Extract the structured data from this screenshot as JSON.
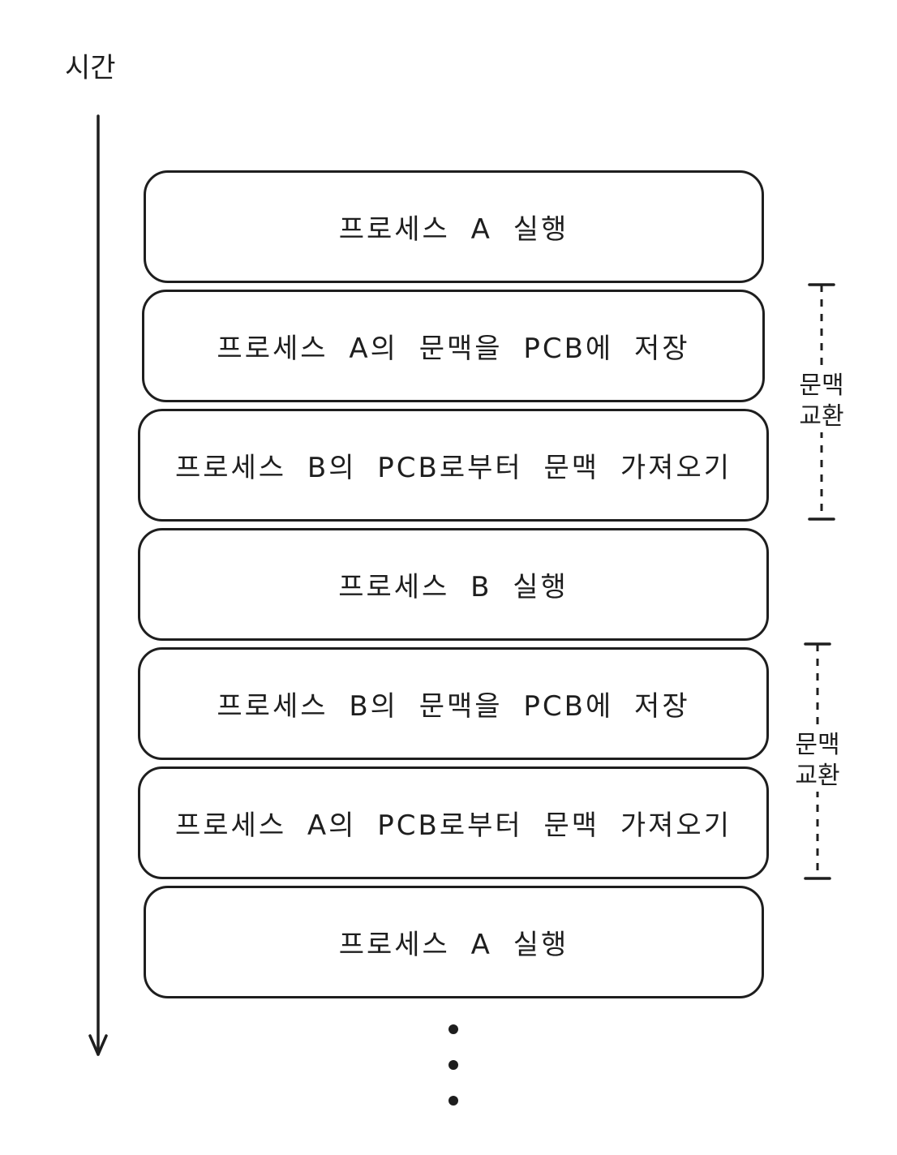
{
  "time_axis": {
    "label": "시간"
  },
  "steps": [
    {
      "label": "프로세스 A 실행"
    },
    {
      "label": "프로세스 A의 문맥을 PCB에 저장"
    },
    {
      "label": "프로세스 B의 PCB로부터 문맥 가져오기"
    },
    {
      "label": "프로세스 B 실행"
    },
    {
      "label": "프로세스 B의 문맥을 PCB에 저장"
    },
    {
      "label": "프로세스 A의 PCB로부터 문맥 가져오기"
    },
    {
      "label": "프로세스 A 실행"
    }
  ],
  "context_switches": [
    {
      "label": "문맥 교환"
    },
    {
      "label": "문맥 교환"
    }
  ],
  "continuation": "ellipsis-dots",
  "colors": {
    "stroke": "#1e1e1e",
    "background": "#ffffff"
  }
}
